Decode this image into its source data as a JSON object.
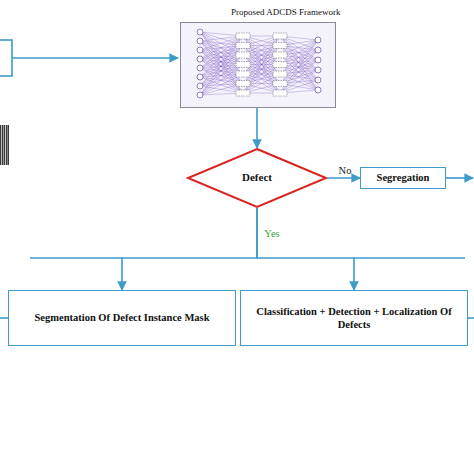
{
  "diagram": {
    "nodes": [
      {
        "text": [
          "Proposed ADCDS Framework"
        ]
      },
      {
        "text": [
          "Defect"
        ]
      },
      {
        "text": [
          "Segregation"
        ]
      },
      {
        "text": [
          "Segmentation Of Defect Instance Mask"
        ]
      },
      {
        "text": [
          "Classification + Detection + Localization Of Defects"
        ]
      }
    ],
    "edges": [
      {
        "from": 0,
        "to": 1,
        "arrow": "to"
      },
      {
        "from": 1,
        "to": 2,
        "label": "No",
        "arrow": "to"
      },
      {
        "from": 1,
        "to": 3,
        "label": "Yes",
        "arrow": "to"
      },
      {
        "from": 1,
        "to": 4,
        "arrow": "to"
      }
    ]
  }
}
